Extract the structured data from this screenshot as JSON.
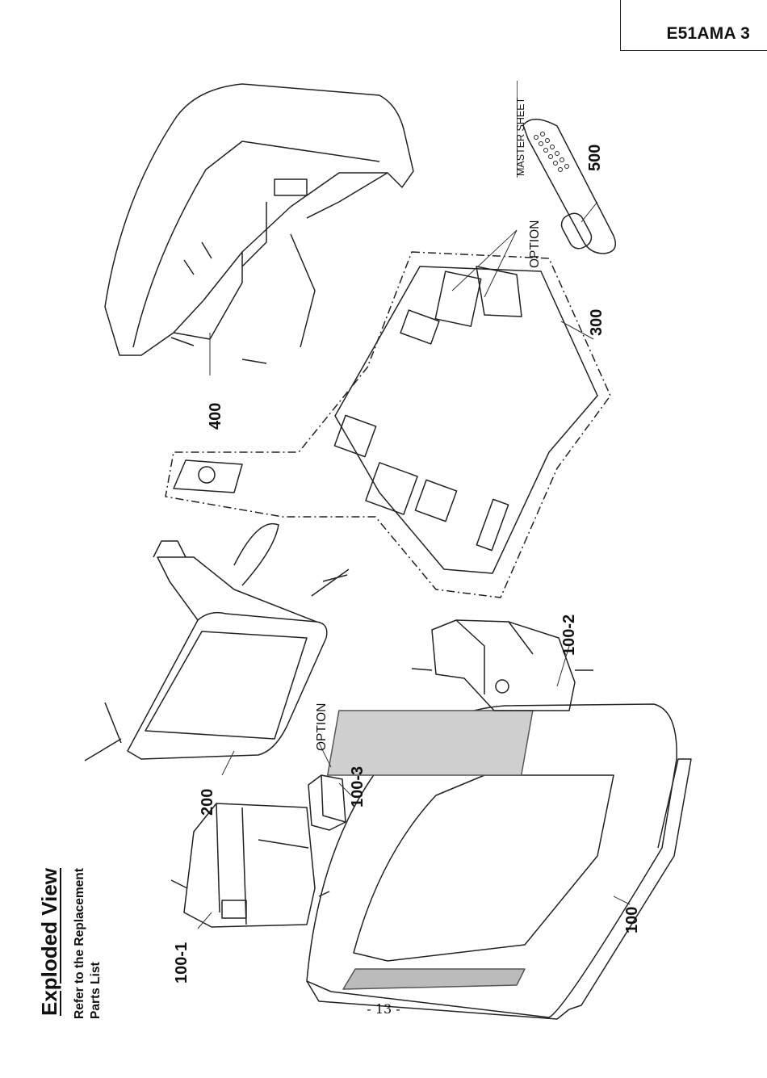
{
  "header": {
    "model_code": "E51AMA 3",
    "sheet_label": "MASTER SHEET"
  },
  "title": "Exploded View",
  "subtitle": {
    "line1": "Refer to the Replacement",
    "line2": "Parts List"
  },
  "labels": {
    "p100": "100",
    "p100_1": "100-1",
    "p100_2": "100-2",
    "p100_3": "100-3",
    "p200": "200",
    "p300": "300",
    "p400": "400",
    "p500": "500",
    "option_a": "OPTION",
    "option_b": "OPTION"
  },
  "footer": {
    "page_number": "- 13 -"
  }
}
